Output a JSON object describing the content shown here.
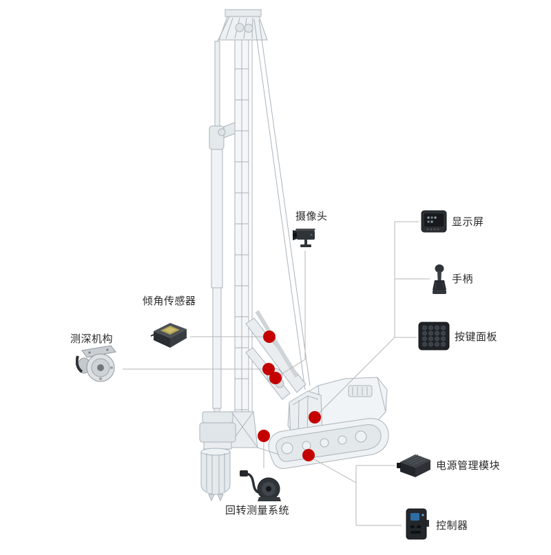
{
  "diagram": {
    "subject": "rotary-drilling-rig-component-layout",
    "labels": {
      "camera": "摄像头",
      "display": "显示屏",
      "joystick": "手柄",
      "keypad": "按键面板",
      "tilt_sensor": "倾角传感器",
      "depth_mechanism": "测深机构",
      "rotary_system": "回转测量系统",
      "power_module": "电源管理模块",
      "controller": "控制器"
    },
    "icons": {
      "camera": "cctv-camera-icon",
      "display": "monitor-icon",
      "joystick": "joystick-icon",
      "keypad": "button-panel-icon",
      "tilt_sensor": "sensor-box-icon",
      "depth_mechanism": "pulley-encoder-icon",
      "rotary_system": "rotary-encoder-icon",
      "power_module": "power-module-icon",
      "controller": "controller-unit-icon"
    },
    "colors": {
      "marker": "#c40000",
      "connector": "#b6b6b6",
      "lineart": "#a9b3bb",
      "text": "#2a2a2a",
      "background": "#ffffff"
    }
  }
}
